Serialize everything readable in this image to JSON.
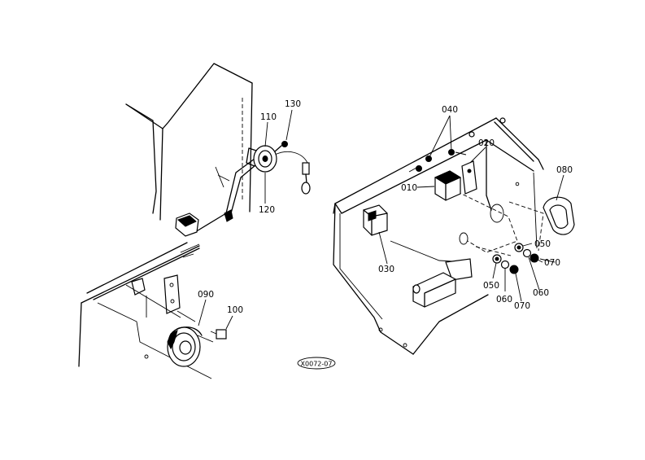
{
  "diagram": {
    "part_labels": {
      "p010": "010",
      "p020": "020",
      "p030": "030",
      "p040": "040",
      "p050a": "050",
      "p050b": "050",
      "p060a": "060",
      "p060b": "060",
      "p070a": "070",
      "p070b": "070",
      "p080": "080",
      "p090": "090",
      "p100": "100",
      "p110": "110",
      "p120": "120",
      "p130": "130"
    },
    "drawing_code": "X0072-07"
  }
}
